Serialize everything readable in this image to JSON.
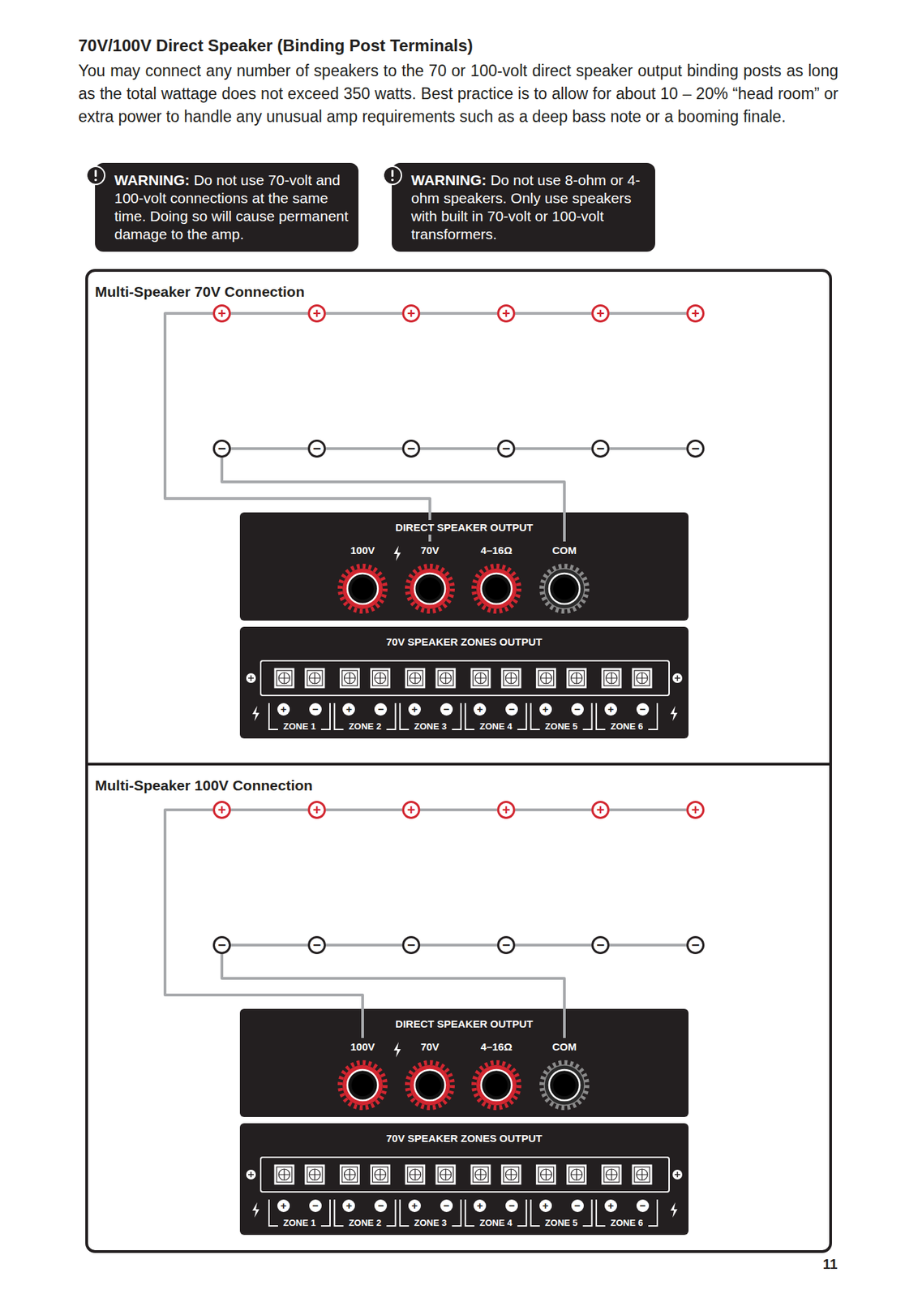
{
  "diagram": {
    "title": "70V/100V Direct Speaker (Binding Post Terminals)",
    "nodes": [
      {
        "text": [
          "WARNING:",
          "Do not use 70-volt and 100-volt connections at the same time. Doing so will cause permanent damage to the amp."
        ]
      },
      {
        "text": [
          "WARNING:",
          "Do not use 8-ohm or 4-ohm speakers. Only use speakers with built in 70-volt or 100-volt transformers."
        ]
      },
      {
        "text": [
          "Multi-Speaker 70V Connection"
        ]
      },
      {
        "text": [
          "+"
        ],
        "in": 2
      },
      {
        "text": [
          "+"
        ],
        "in": 2
      },
      {
        "text": [
          "+"
        ],
        "in": 2
      },
      {
        "text": [
          "+"
        ],
        "in": 2
      },
      {
        "text": [
          "+"
        ],
        "in": 2
      },
      {
        "text": [
          "+"
        ],
        "in": 2
      },
      {
        "text": [
          "−"
        ],
        "in": 2
      },
      {
        "text": [
          "−"
        ],
        "in": 2
      },
      {
        "text": [
          "−"
        ],
        "in": 2
      },
      {
        "text": [
          "−"
        ],
        "in": 2
      },
      {
        "text": [
          "−"
        ],
        "in": 2
      },
      {
        "text": [
          "−"
        ],
        "in": 2
      },
      {
        "text": [
          "DIRECT SPEAKER OUTPUT"
        ],
        "in": 2
      },
      {
        "text": [
          "100V"
        ],
        "in": 15
      },
      {
        "text": [
          "70V"
        ],
        "in": 15
      },
      {
        "text": [
          "4–16Ω"
        ],
        "in": 15
      },
      {
        "text": [
          "COM"
        ],
        "in": 15
      },
      {
        "text": [
          "70V SPEAKER ZONES OUTPUT",
          "+",
          "−",
          "ZONE 1",
          "+",
          "−",
          "ZONE 2",
          "+",
          "−",
          "ZONE 3",
          "+",
          "−",
          "ZONE 4",
          "+",
          "−",
          "ZONE 5",
          "+",
          "−",
          "ZONE 6"
        ],
        "in": 2
      },
      {
        "text": [
          "Multi-Speaker 100V Connection"
        ]
      },
      {
        "text": [
          "+"
        ],
        "in": 21
      },
      {
        "text": [
          "+"
        ],
        "in": 21
      },
      {
        "text": [
          "+"
        ],
        "in": 21
      },
      {
        "text": [
          "+"
        ],
        "in": 21
      },
      {
        "text": [
          "+"
        ],
        "in": 21
      },
      {
        "text": [
          "+"
        ],
        "in": 21
      },
      {
        "text": [
          "−"
        ],
        "in": 21
      },
      {
        "text": [
          "−"
        ],
        "in": 21
      },
      {
        "text": [
          "−"
        ],
        "in": 21
      },
      {
        "text": [
          "−"
        ],
        "in": 21
      },
      {
        "text": [
          "−"
        ],
        "in": 21
      },
      {
        "text": [
          "−"
        ],
        "in": 21
      },
      {
        "text": [
          "DIRECT SPEAKER OUTPUT"
        ],
        "in": 21
      },
      {
        "text": [
          "100V"
        ],
        "in": 34
      },
      {
        "text": [
          "70V"
        ],
        "in": 34
      },
      {
        "text": [
          "4–16Ω"
        ],
        "in": 34
      },
      {
        "text": [
          "COM"
        ],
        "in": 34
      },
      {
        "text": [
          "70V SPEAKER ZONES OUTPUT",
          "+",
          "−",
          "ZONE 1",
          "+",
          "−",
          "ZONE 2",
          "+",
          "−",
          "ZONE 3",
          "+",
          "−",
          "ZONE 4",
          "+",
          "−",
          "ZONE 5",
          "+",
          "−",
          "ZONE 6"
        ],
        "in": 21
      }
    ],
    "edges": [
      {
        "from": 3,
        "to": 4,
        "arrow": "none"
      },
      {
        "from": 4,
        "to": 5,
        "arrow": "none"
      },
      {
        "from": 5,
        "to": 6,
        "arrow": "none"
      },
      {
        "from": 6,
        "to": 7,
        "arrow": "none"
      },
      {
        "from": 7,
        "to": 8,
        "arrow": "none"
      },
      {
        "from": 9,
        "to": 10,
        "arrow": "none"
      },
      {
        "from": 10,
        "to": 11,
        "arrow": "none"
      },
      {
        "from": 11,
        "to": 12,
        "arrow": "none"
      },
      {
        "from": 12,
        "to": 13,
        "arrow": "none"
      },
      {
        "from": 13,
        "to": 14,
        "arrow": "none"
      },
      {
        "from": 3,
        "to": 17,
        "arrow": "none"
      },
      {
        "from": 9,
        "to": 19,
        "arrow": "none"
      },
      {
        "from": 22,
        "to": 23,
        "arrow": "none"
      },
      {
        "from": 23,
        "to": 24,
        "arrow": "none"
      },
      {
        "from": 24,
        "to": 25,
        "arrow": "none"
      },
      {
        "from": 25,
        "to": 26,
        "arrow": "none"
      },
      {
        "from": 26,
        "to": 27,
        "arrow": "none"
      },
      {
        "from": 28,
        "to": 29,
        "arrow": "none"
      },
      {
        "from": 29,
        "to": 30,
        "arrow": "none"
      },
      {
        "from": 30,
        "to": 31,
        "arrow": "none"
      },
      {
        "from": 31,
        "to": 32,
        "arrow": "none"
      },
      {
        "from": 32,
        "to": 33,
        "arrow": "none"
      },
      {
        "from": 22,
        "to": 35,
        "arrow": "none"
      },
      {
        "from": 28,
        "to": 38,
        "arrow": "none"
      }
    ],
    "labels": [
      "You may connect any number of speakers to the 70 or 100-volt direct speaker output binding posts as long as the total wattage does not exceed 350 watts. Best practice is to allow for about 10 – 20% “head room” or extra power to handle any unusual amp requirements such as a deep bass note or a booming finale.",
      "11"
    ]
  }
}
